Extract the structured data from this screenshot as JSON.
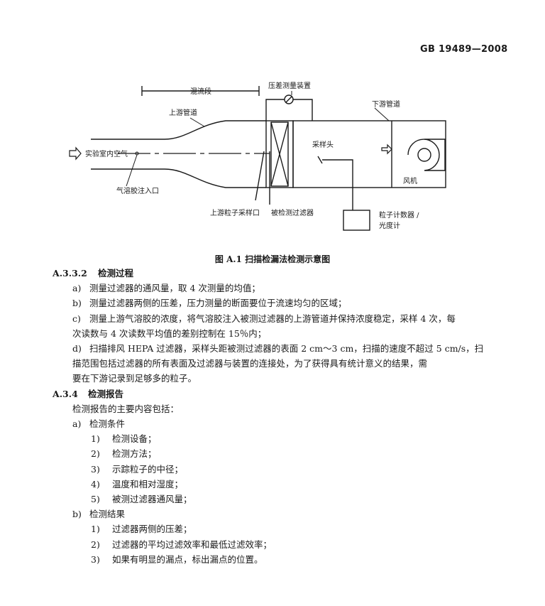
{
  "header": {
    "standard_code": "GB 19489—2008"
  },
  "figure": {
    "caption": "图 A.1   扫描检漏法检测示意图",
    "labels": {
      "mixing_section": "混流段",
      "pressure_device": "压差测量装置",
      "upstream_duct": "上游管道",
      "downstream_duct": "下游管道",
      "room_air": "实验室内空气",
      "aerosol_inlet": "气溶胶注入口",
      "probe": "采样头",
      "fan": "风机",
      "upstream_port": "上游粒子采样口",
      "tested_filter": "被检测过滤器",
      "counter_1": "粒子计数器 /",
      "counter_2": "光度计"
    }
  },
  "sections": {
    "a332": {
      "number": "A.3.3.2",
      "title": "检测过程",
      "items": [
        {
          "marker": "a)",
          "lines": [
            "测量过滤器的通风量，取 4 次测量的均值；"
          ]
        },
        {
          "marker": "b)",
          "lines": [
            "测量过滤器两侧的压差，压力测量的断面要位于流速均匀的区域；"
          ]
        },
        {
          "marker": "c)",
          "lines": [
            "测量上游气溶胶的浓度，将气溶胶注入被测过滤器的上游管道并保持浓度稳定，采样 4 次，每",
            "次读数与 4 次读数平均值的差别控制在 15％内；"
          ]
        },
        {
          "marker": "d)",
          "lines": [
            "扫描排风 HEPA 过滤器，采样头距被测过滤器的表面 2 cm～3 cm，扫描的速度不超过 5 cm/s，扫",
            "描范围包括过滤器的所有表面及过滤器与装置的连接处，为了获得具有统计意义的结果，需",
            "要在下游记录到足够多的粒子。"
          ]
        }
      ]
    },
    "a34": {
      "number": "A.3.4",
      "title": "检测报告",
      "intro": "检测报告的主要内容包括：",
      "groups": [
        {
          "marker": "a)",
          "title": "检测条件",
          "items": [
            {
              "n": "1)",
              "text": "检测设备；"
            },
            {
              "n": "2)",
              "text": "检测方法；"
            },
            {
              "n": "3)",
              "text": "示踪粒子的中径；"
            },
            {
              "n": "4)",
              "text": "温度和相对湿度；"
            },
            {
              "n": "5)",
              "text": "被测过滤器通风量；"
            }
          ]
        },
        {
          "marker": "b)",
          "title": "检测结果",
          "items": [
            {
              "n": "1)",
              "text": "过滤器两侧的压差；"
            },
            {
              "n": "2)",
              "text": "过滤器的平均过滤效率和最低过滤效率；"
            },
            {
              "n": "3)",
              "text": "如果有明显的漏点，标出漏点的位置。"
            }
          ]
        }
      ]
    }
  }
}
